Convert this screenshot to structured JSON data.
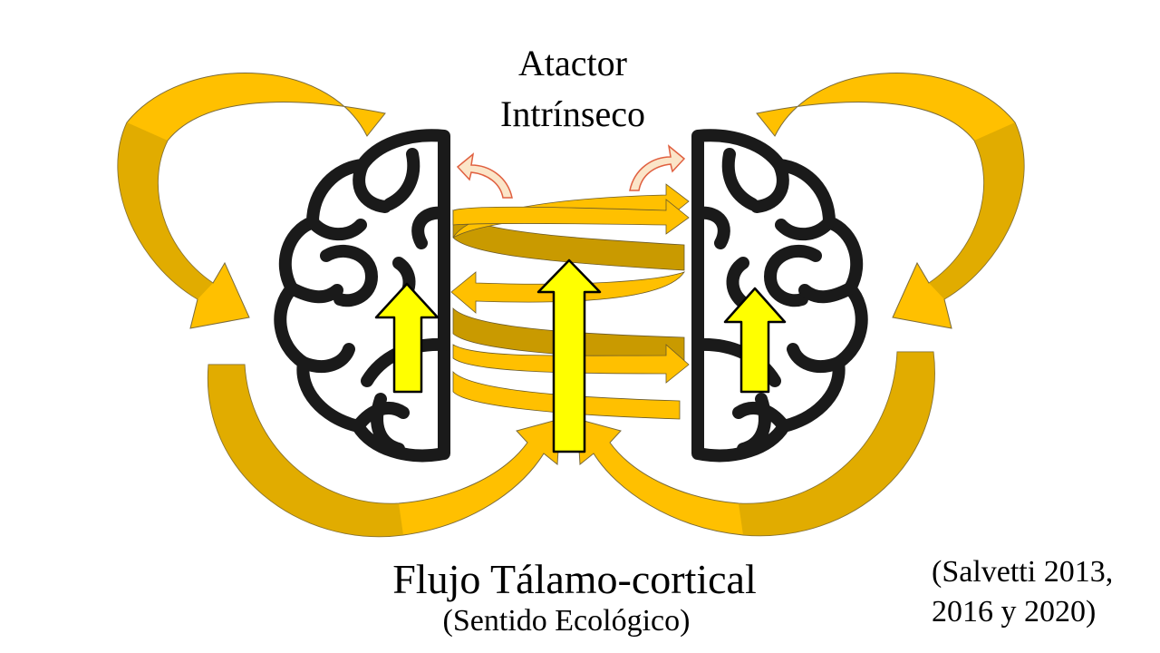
{
  "title": {
    "line1": "Atactor",
    "line2": "Intrínseco"
  },
  "caption": {
    "line1": "Flujo Tálamo-cortical",
    "line2": "(Sentido Ecológico)"
  },
  "citation": {
    "line1": "(Salvetti 2013,",
    "line2": "2016 y 2020)"
  },
  "colors": {
    "arrow_gold": "#FFC000",
    "arrow_dark": "#C99A00",
    "arrow_yellow": "#FFFF00",
    "brain_outline": "#1a1a1a",
    "small_arrow_fill": "#FBE5C8",
    "small_arrow_stroke": "#E06040"
  },
  "icons": [
    "left-brain-icon",
    "right-brain-icon",
    "up-arrow-icon",
    "spiral-arrow-icon",
    "curved-arrow-icon"
  ]
}
